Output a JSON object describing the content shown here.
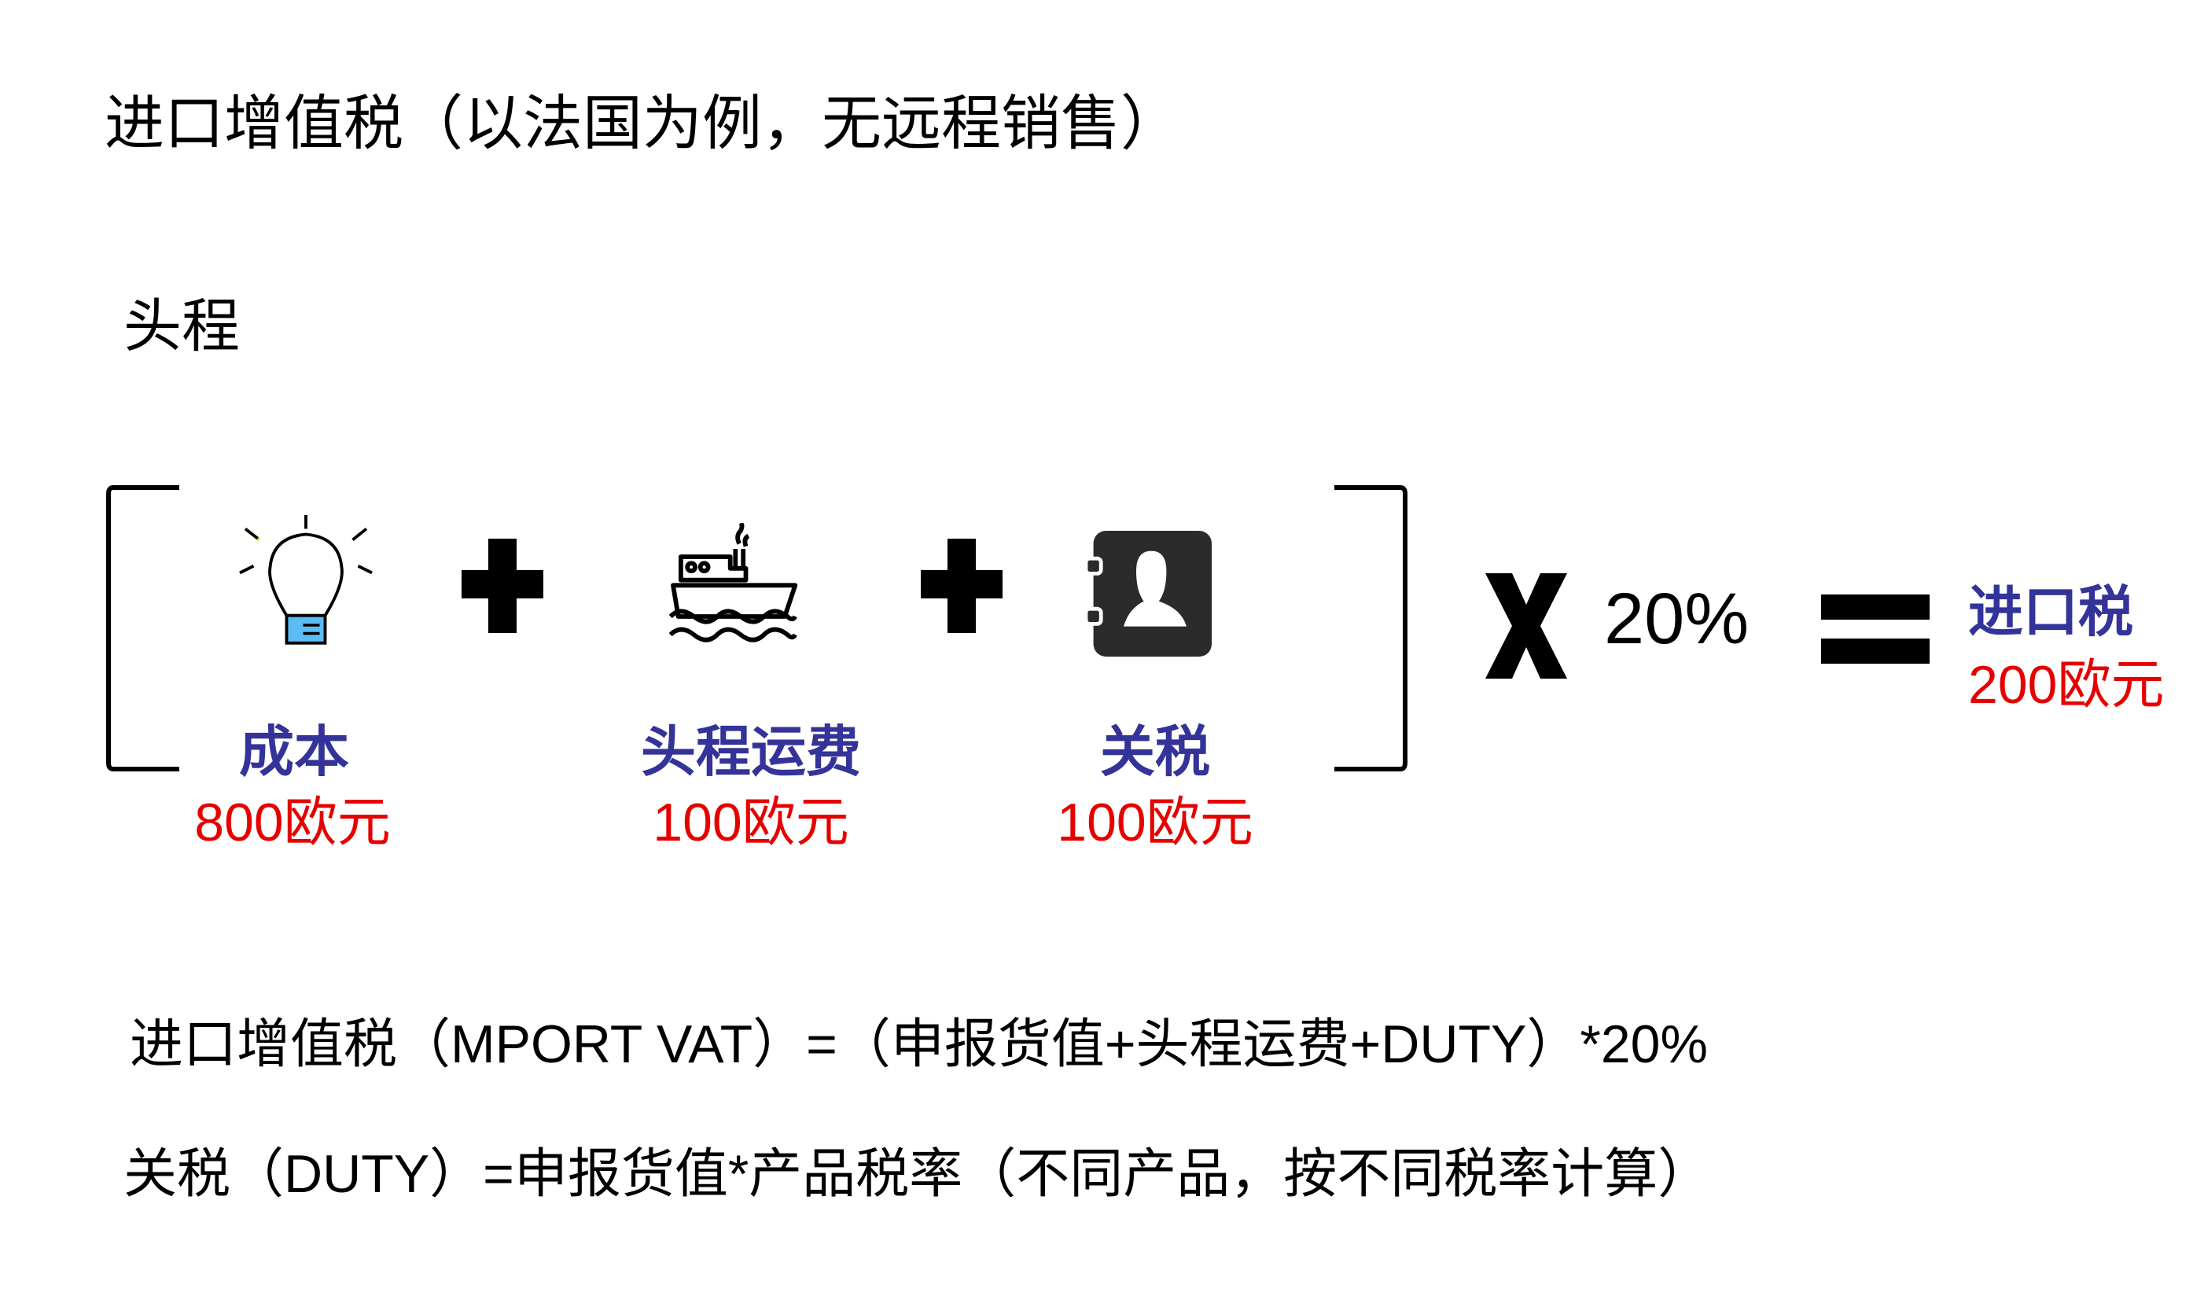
{
  "title": "进口增值税（以法国为例，无远程销售）",
  "subtitle": "头程",
  "items": [
    {
      "label": "成本",
      "value": "800欧元",
      "icon": "lightbulb-icon"
    },
    {
      "label": "头程运费",
      "value": "100欧元",
      "icon": "ship-icon"
    },
    {
      "label": "关税",
      "value": "100欧元",
      "icon": "contact-book-icon"
    }
  ],
  "rate": "20%",
  "result": {
    "label": "进口税",
    "value": "200欧元"
  },
  "formulas": [
    "进口增值税（MPORT VAT）=（申报货值+头程运费+DUTY）*20%",
    "关税（DUTY）=申报货值*产品税率（不同产品，按不同税率计算）"
  ],
  "colors": {
    "label": "#333399",
    "value": "#e60000",
    "bulb_base": "#5bbcf5"
  }
}
